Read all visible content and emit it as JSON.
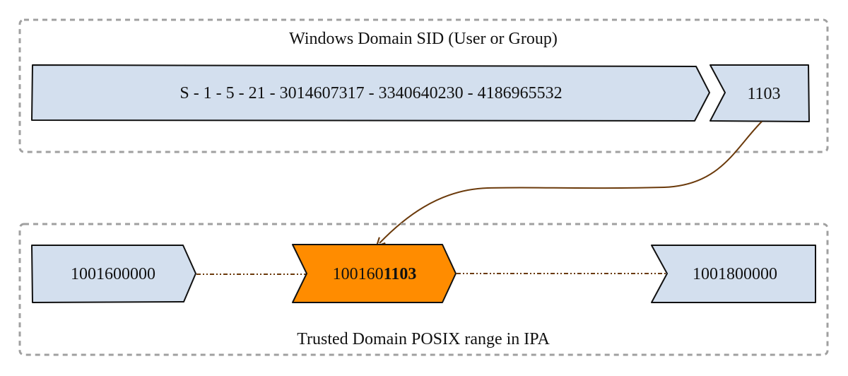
{
  "colors": {
    "box_fill": "#d3dfee",
    "highlight_fill": "#ff8c00",
    "frame_stroke": "#a0a0a0",
    "arrow_stroke": "#6b3a0b",
    "text": "#111111"
  },
  "sid_panel": {
    "title": "Windows Domain SID (User or Group)",
    "sid_prefix": "S - 1 - 5 - 21 - 3014607317 - 3340640230 - 4186965532",
    "rid": "1103"
  },
  "posix_panel": {
    "title": "Trusted Domain POSIX range in IPA",
    "range_start": "1001600000",
    "mapped_id_base": "100160",
    "mapped_id_rid": "1103",
    "range_end": "1001800000"
  }
}
